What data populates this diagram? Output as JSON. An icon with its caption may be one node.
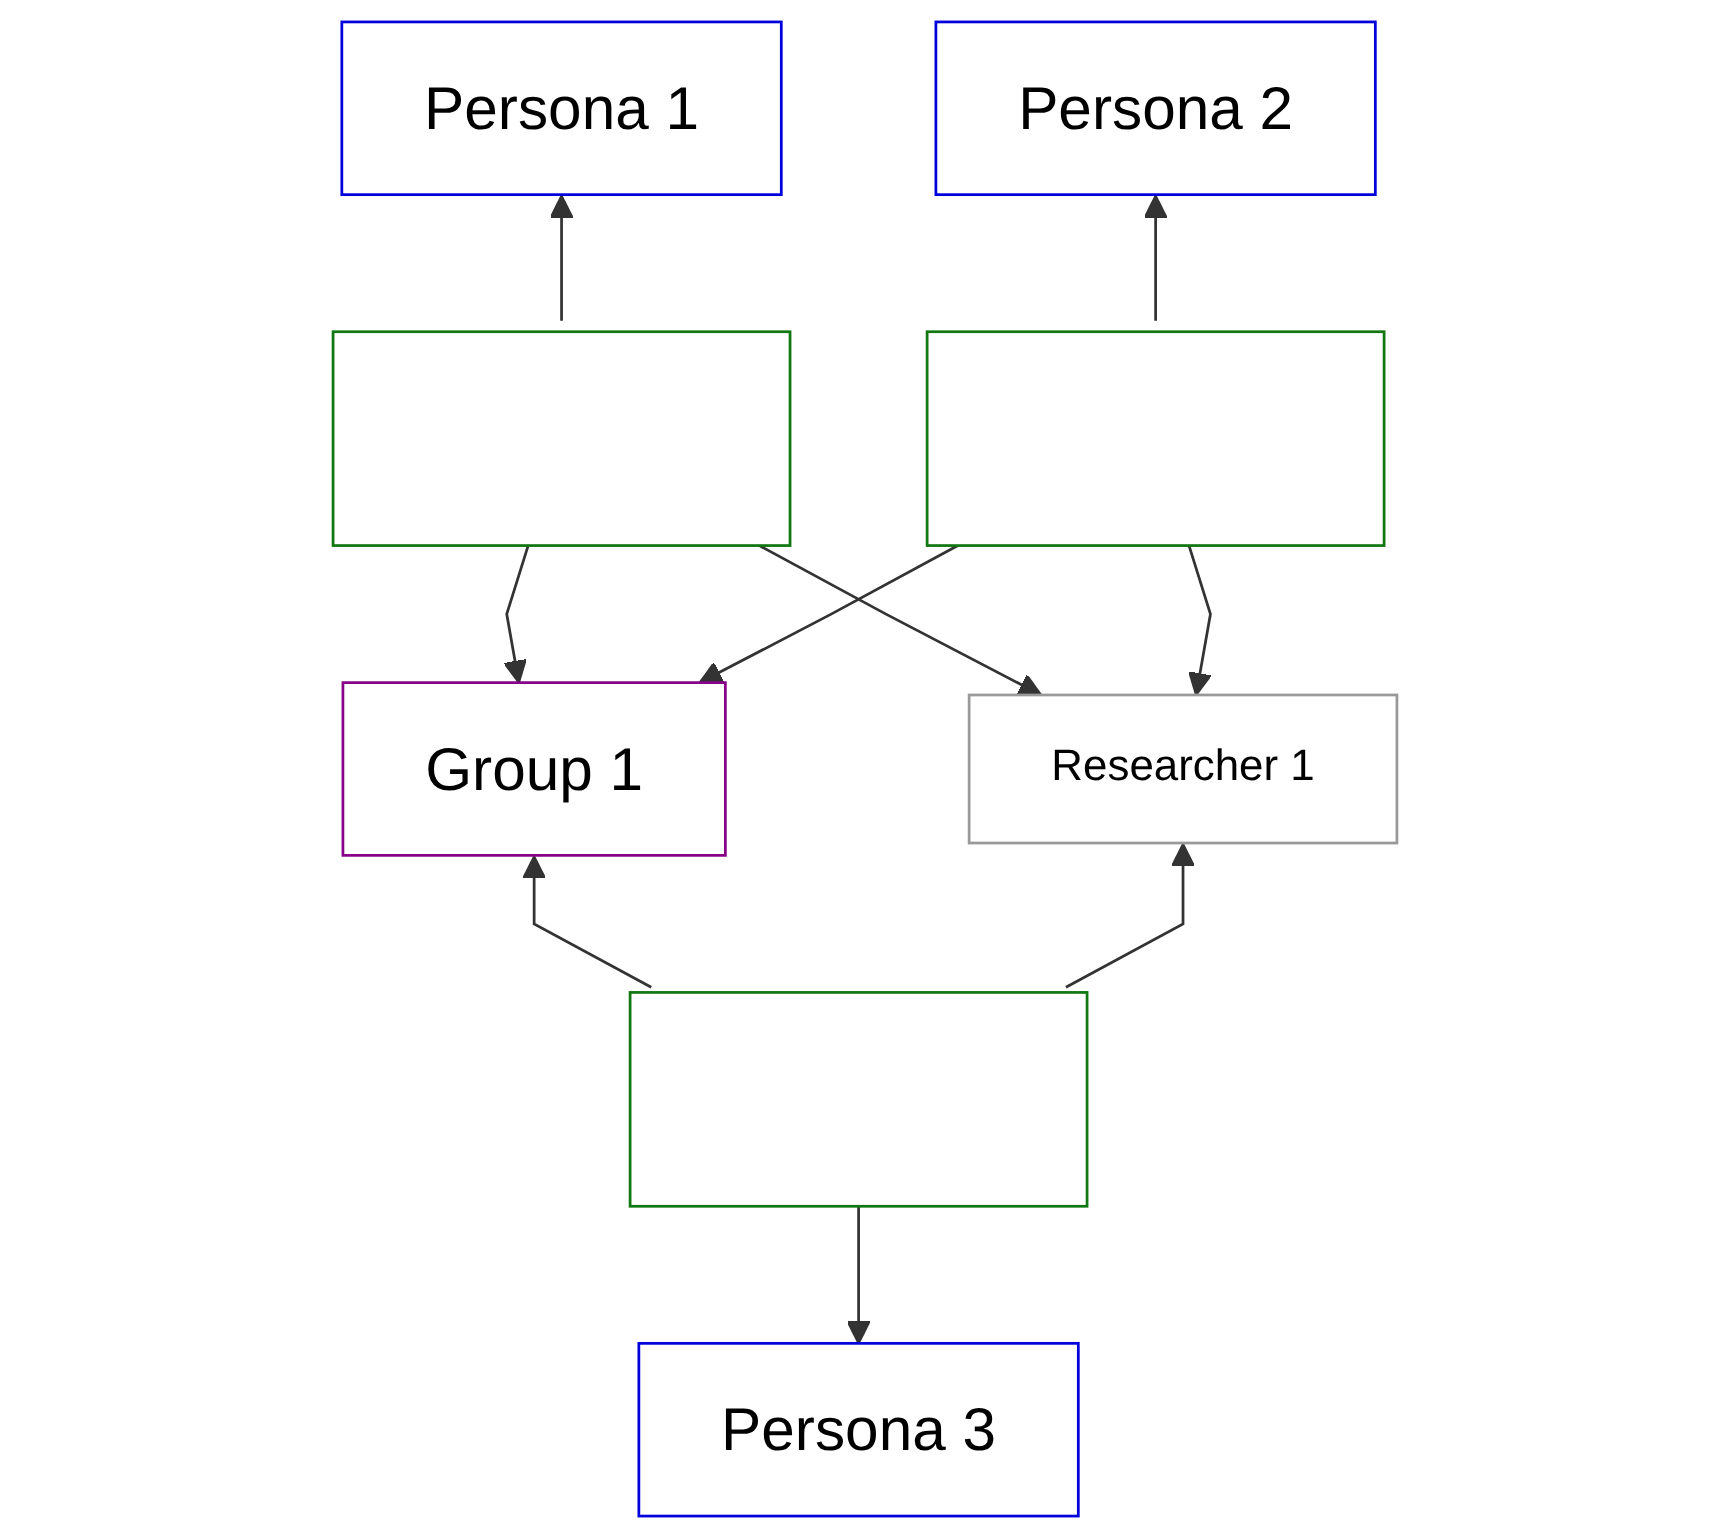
{
  "diagram": {
    "nodes": [
      {
        "text": [
          "Persona 1"
        ]
      },
      {
        "text": [
          "Persona 2"
        ]
      },
      {
        "text": [],
        "shape": "box"
      },
      {
        "text": [],
        "shape": "box"
      },
      {
        "text": [
          "Group 1"
        ]
      },
      {
        "text": [
          "Researcher 1"
        ]
      },
      {
        "text": [],
        "shape": "box"
      },
      {
        "text": [
          "Persona 3"
        ]
      }
    ],
    "edges": [
      {
        "from": 2,
        "to": 0,
        "arrow": "to"
      },
      {
        "from": 3,
        "to": 1,
        "arrow": "to"
      },
      {
        "from": 2,
        "to": 4,
        "arrow": "to"
      },
      {
        "from": 2,
        "to": 5,
        "arrow": "to"
      },
      {
        "from": 3,
        "to": 4,
        "arrow": "to"
      },
      {
        "from": 3,
        "to": 5,
        "arrow": "to"
      },
      {
        "from": 6,
        "to": 4,
        "arrow": "to"
      },
      {
        "from": 6,
        "to": 5,
        "arrow": "to"
      },
      {
        "from": 6,
        "to": 7,
        "arrow": "to"
      }
    ]
  }
}
